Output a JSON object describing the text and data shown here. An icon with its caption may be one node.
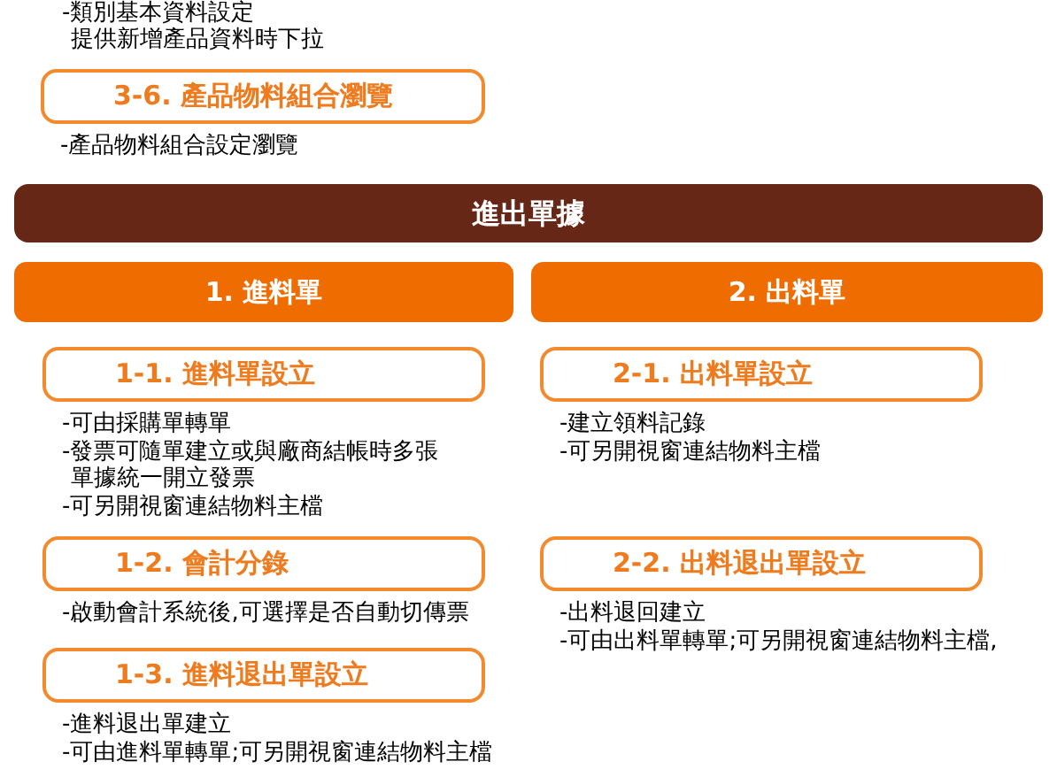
{
  "diagram": {
    "nodes": [
      {
        "text": [
          "3-6. 產品物料組合瀏覽"
        ],
        "beside": [
          "-產品物料組合設定瀏覽"
        ]
      },
      {
        "text": [
          "進出單據"
        ]
      },
      {
        "text": [
          "1. 進料單"
        ]
      },
      {
        "text": [
          "2. 出料單"
        ]
      },
      {
        "text": [
          "1-1. 進料單設立"
        ],
        "beside": [
          "-可由採購單轉單",
          "-發票可隨單建立或與廠商結帳時多張單據統一開立發票",
          "-可另開視窗連結物料主檔"
        ]
      },
      {
        "text": [
          "1-2. 會計分錄"
        ],
        "beside": [
          "-啟動會計系統後,可選擇是否自動切傳票"
        ]
      },
      {
        "text": [
          "1-3. 進料退出單設立"
        ],
        "beside": [
          "-進料退出單建立",
          "-可由進料單轉單;可另開視窗連結物料主檔"
        ]
      },
      {
        "text": [
          "2-1. 出料單設立"
        ],
        "beside": [
          "-建立領料記錄",
          "-可另開視窗連結物料主檔"
        ]
      },
      {
        "text": [
          "2-2. 出料退出單設立"
        ],
        "beside": [
          "-出料退回建立",
          "-可由出料單轉單;可另開視窗連結物料主檔,"
        ]
      }
    ],
    "labels": [
      "-類別基本資料設定",
      "提供新增產品資料時下拉"
    ]
  }
}
